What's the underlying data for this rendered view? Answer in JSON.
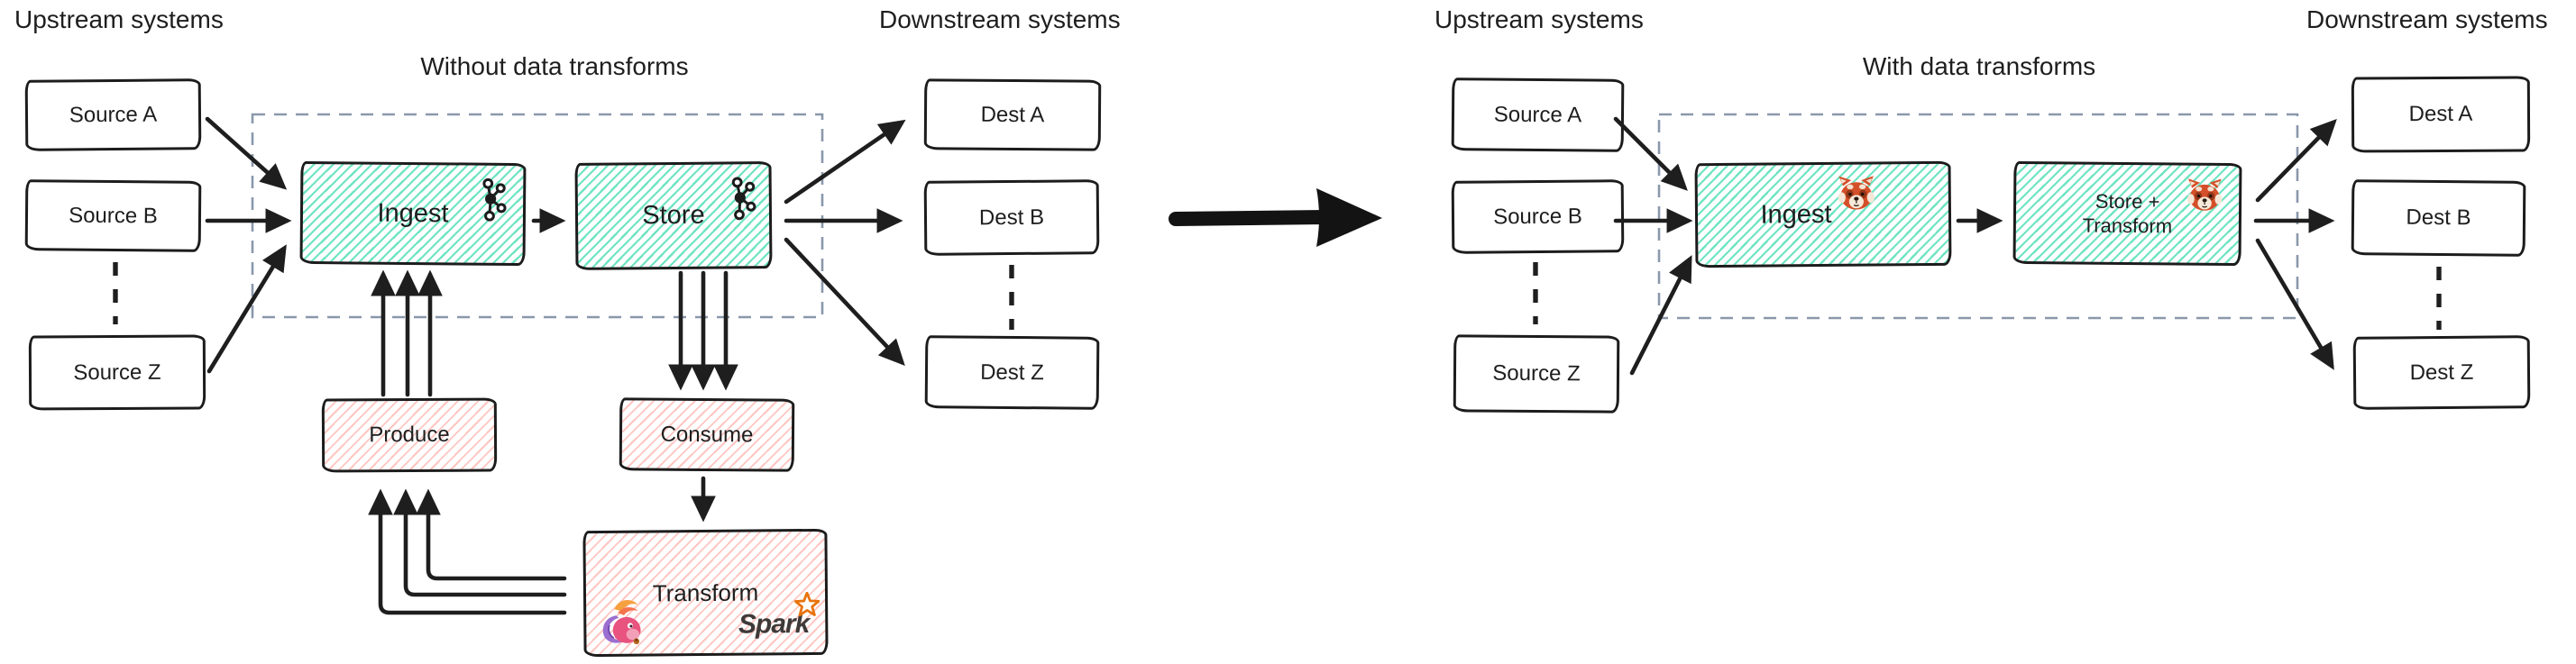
{
  "left": {
    "upstream_label": "Upstream systems",
    "downstream_label": "Downstream systems",
    "title": "Without data transforms",
    "sources": [
      "Source A",
      "Source B",
      "Source Z"
    ],
    "destinations": [
      "Dest A",
      "Dest B",
      "Dest Z"
    ],
    "ingest_label": "Ingest",
    "store_label": "Store",
    "produce_label": "Produce",
    "consume_label": "Consume",
    "transform_label": "Transform",
    "spark_label": "Spark"
  },
  "right": {
    "upstream_label": "Upstream systems",
    "downstream_label": "Downstream systems",
    "title": "With data transforms",
    "sources": [
      "Source A",
      "Source B",
      "Source Z"
    ],
    "destinations": [
      "Dest A",
      "Dest B",
      "Dest Z"
    ],
    "ingest_label": "Ingest",
    "store_transform_line1": "Store +",
    "store_transform_line2": "Transform"
  },
  "icons": {
    "kafka": "kafka-icon",
    "redpanda": "redpanda-icon",
    "flink": "flink-icon",
    "spark_star": "spark-star-icon"
  },
  "colors": {
    "box_border": "#1c1c1c",
    "teal_hatch": "#55e0b7",
    "red_hatch": "#ff8076",
    "group_dash": "#8a98ab",
    "arrow": "#1e1e1e",
    "spark_orange": "#e8730c",
    "spark_text": "#3e3a39"
  }
}
